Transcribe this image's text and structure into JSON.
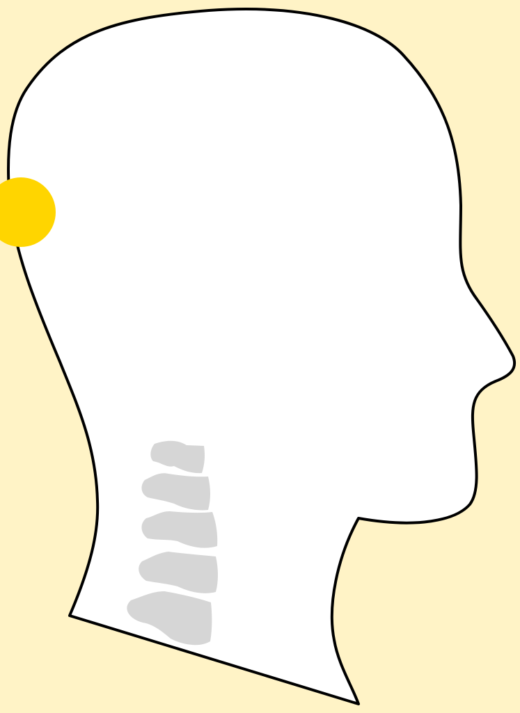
{
  "diagram": {
    "colors": {
      "background": "#FFF3C6",
      "head_fill": "#FFFFFF",
      "head_outline": "#000000",
      "vertebra_fill": "#D6D6D6",
      "marker": "#FFD500"
    },
    "subject": "head-profile-right-facing",
    "vertebrae_count": 5,
    "marker_location": "back-of-skull"
  }
}
